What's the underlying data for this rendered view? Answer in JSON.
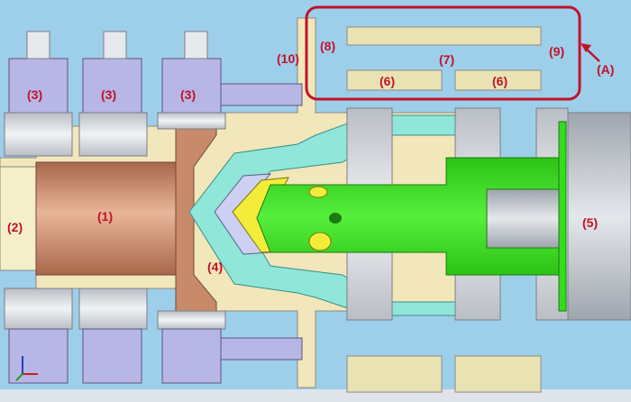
{
  "labels": {
    "l1": "(1)",
    "l2": "(2)",
    "l3a": "(3)",
    "l3b": "(3)",
    "l3c": "(3)",
    "l4": "(4)",
    "l5": "(5)",
    "l6a": "(6)",
    "l6b": "(6)",
    "l7": "(7)",
    "l8": "(8)",
    "l9": "(9)",
    "l10": "(10)",
    "lA": "(A)"
  },
  "colors": {
    "background": "#9ecfea",
    "copper": "#c98a6a",
    "cream": "#f2e7ba",
    "lavender": "#b8b6e6",
    "teal": "#8fe6d9",
    "green": "#34dc1e",
    "yellow": "#f3ec3a",
    "gray": "#d6d9dd",
    "highlight_box": "#c0122a"
  },
  "icons": {
    "axis_triad": "xyz-axis-triad-icon"
  }
}
